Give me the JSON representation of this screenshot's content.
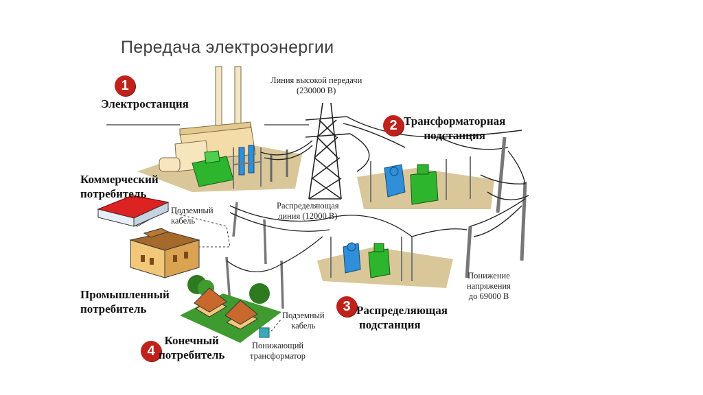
{
  "title": "Передача электроэнергии",
  "steps": [
    {
      "number": "1",
      "label": [
        "Электростанция"
      ]
    },
    {
      "number": "2",
      "label": [
        "Трансформаторная",
        "подстанция"
      ]
    },
    {
      "number": "3",
      "label": [
        "Распределяющая",
        "подстанция"
      ]
    },
    {
      "number": "4",
      "label": [
        "Конечный",
        "потребитель"
      ]
    }
  ],
  "consumers": {
    "commercial": [
      "Коммерческий",
      "потребитель"
    ],
    "industrial": [
      "Промышленный",
      "потребитель"
    ]
  },
  "annotations": {
    "high_voltage_line": [
      "Линия высокой передачи",
      "(230000 В)"
    ],
    "distribution_line": [
      "Распределяющая",
      "линия (12000 В)"
    ],
    "underground_cable_1": [
      "Подземный",
      "кабель"
    ],
    "underground_cable_2": [
      "Подземный",
      "кабель"
    ],
    "step_down_transformer": [
      "Понижающий",
      "трансформатор"
    ],
    "voltage_reduction": [
      "Понижение",
      "напряжения",
      "до 69000 В"
    ]
  },
  "colors": {
    "badge": "#c0221b",
    "transformer_green": "#2db52d",
    "transformer_blue": "#2f8fd8",
    "ground": "#d9c79a",
    "grass": "#3f9a2f",
    "brick": "#c8682c"
  }
}
